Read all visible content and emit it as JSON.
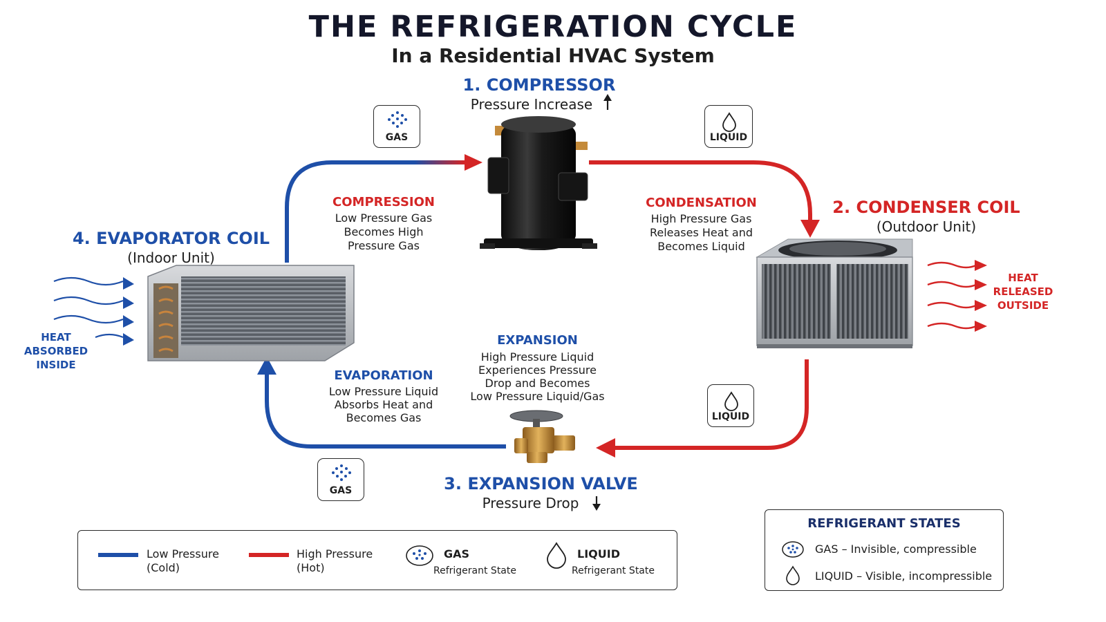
{
  "header": {
    "title": "THE REFRIGERATION CYCLE",
    "subtitle": "In a Residential HVAC System"
  },
  "components": {
    "compressor": {
      "title": "1. COMPRESSOR",
      "subtitle": "Pressure Increase"
    },
    "condenser": {
      "title": "2. CONDENSER COIL",
      "subtitle": "(Outdoor Unit)"
    },
    "expansion_valve": {
      "title": "3. EXPANSION VALVE",
      "subtitle": "Pressure Drop"
    },
    "evaporator": {
      "title": "4. EVAPORATOR COIL",
      "subtitle": "(Indoor Unit)"
    }
  },
  "processes": {
    "compression": {
      "title": "COMPRESSION",
      "lines": [
        "Low Pressure Gas",
        "Becomes High",
        "Pressure Gas"
      ]
    },
    "condensation": {
      "title": "CONDENSATION",
      "lines": [
        "High Pressure Gas",
        "Releases Heat and",
        "Becomes Liquid"
      ]
    },
    "expansion": {
      "title": "EXPANSION",
      "lines": [
        "High Pressure Liquid",
        "Experiences Pressure",
        "Drop and Becomes",
        "Low Pressure Liquid/Gas"
      ]
    },
    "evaporation": {
      "title": "EVAPORATION",
      "lines": [
        "Low Pressure Liquid",
        "Absorbs Heat and",
        "Becomes Gas"
      ]
    }
  },
  "badges": {
    "gas_top": "GAS",
    "liquid_top": "LIQUID",
    "liquid_right": "LIQUID",
    "gas_bottom": "GAS"
  },
  "heat_labels": {
    "absorbed": [
      "HEAT",
      "ABSORBED",
      "INSIDE"
    ],
    "released": [
      "HEAT",
      "RELEASED",
      "OUTSIDE"
    ]
  },
  "legend": {
    "low": [
      "Low Pressure",
      "(Cold)"
    ],
    "high": [
      "High Pressure",
      "(Hot)"
    ],
    "gas": [
      "GAS",
      "Refrigerant State"
    ],
    "liquid": [
      "LIQUID",
      "Refrigerant State"
    ]
  },
  "states": {
    "title": "REFRIGERANT STATES",
    "gas": "GAS – Invisible, compressible",
    "liquid": "LIQUID – Visible, incompressible"
  },
  "colors": {
    "low_pressure": "#1e4fa8",
    "high_pressure": "#d42525"
  }
}
